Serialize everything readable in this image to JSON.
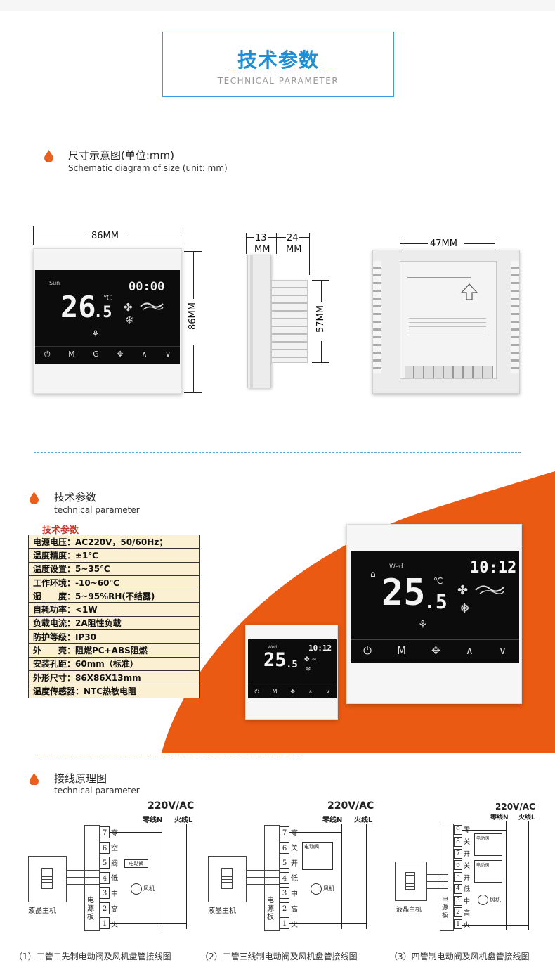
{
  "header": {
    "title_cn": "技术参数",
    "title_en": "TECHNICAL PARAMETER"
  },
  "size_section": {
    "title_cn": "尺寸示意图(单位:mm)",
    "title_en": "Schematic diagram of size (unit: mm)"
  },
  "dimensions": {
    "front_width": "86MM",
    "front_height": "86MM",
    "side_a": "13",
    "side_b": "24",
    "side_unit": "MM",
    "side_height": "57MM",
    "back_width": "47MM"
  },
  "display": {
    "clock_small": "00:00",
    "temp_small": "26",
    "temp_small_dec": ".5",
    "clock_large": "10:12",
    "temp_large": "25",
    "temp_large_dec": ".5",
    "unit": "℃",
    "day_small": "Sun",
    "day_large": "Wed",
    "buttons": [
      "⏻",
      "M",
      "G",
      "✥",
      "∧",
      "∨"
    ],
    "buttons_large": [
      "⏻",
      "M",
      "✥",
      "∧",
      "∨"
    ]
  },
  "tech_section": {
    "title_cn": "技术参数",
    "title_en": "technical parameter",
    "table_header": "技术参数"
  },
  "specs": [
    "电源电压：AC220V，50/60Hz；",
    "温度精度：±1℃",
    "温度设置：5~35℃",
    "工作环境：-10~60℃",
    "湿　　度：5~95%RH(不结露)",
    "自耗功率：<1W",
    "负载电流：2A阻性负载",
    "防护等级：IP30",
    "外　　壳：阻燃PC+ABS阻燃",
    "安装孔距：60mm（标准）",
    "外形尺寸：86X86X13mm",
    "温度传感器：NTC热敏电阻"
  ],
  "wiring_section": {
    "title_cn": "接线原理图",
    "title_en": "technical parameter"
  },
  "wiring": {
    "voltage": "220V/AC",
    "neutral": "零线N",
    "live": "火线L",
    "host": "液晶主机",
    "power_board": [
      "电",
      "源",
      "板"
    ],
    "fan": "风机",
    "valve": "电动阀",
    "terms_2pipe": [
      "零",
      "空",
      "阀",
      "低",
      "中",
      "高",
      "火"
    ],
    "terms_3pipe": [
      "零",
      "关",
      "开",
      "低",
      "中",
      "高",
      "火"
    ],
    "terms_4pipe": [
      "零",
      "关",
      "开",
      "关",
      "开",
      "低",
      "中",
      "高",
      "火"
    ],
    "captions": [
      "（1）二管二先制电动阀及风机盘管接线图",
      "（2）二管三线制电动阀及风机盘管接线图",
      "（3）四管制电动阀及风机盘管接线图"
    ]
  },
  "colors": {
    "accent_blue": "#1e8fd6",
    "orange": "#ea5a12",
    "table_bg": "#fbf0d2",
    "spec_header": "#c0392b"
  }
}
